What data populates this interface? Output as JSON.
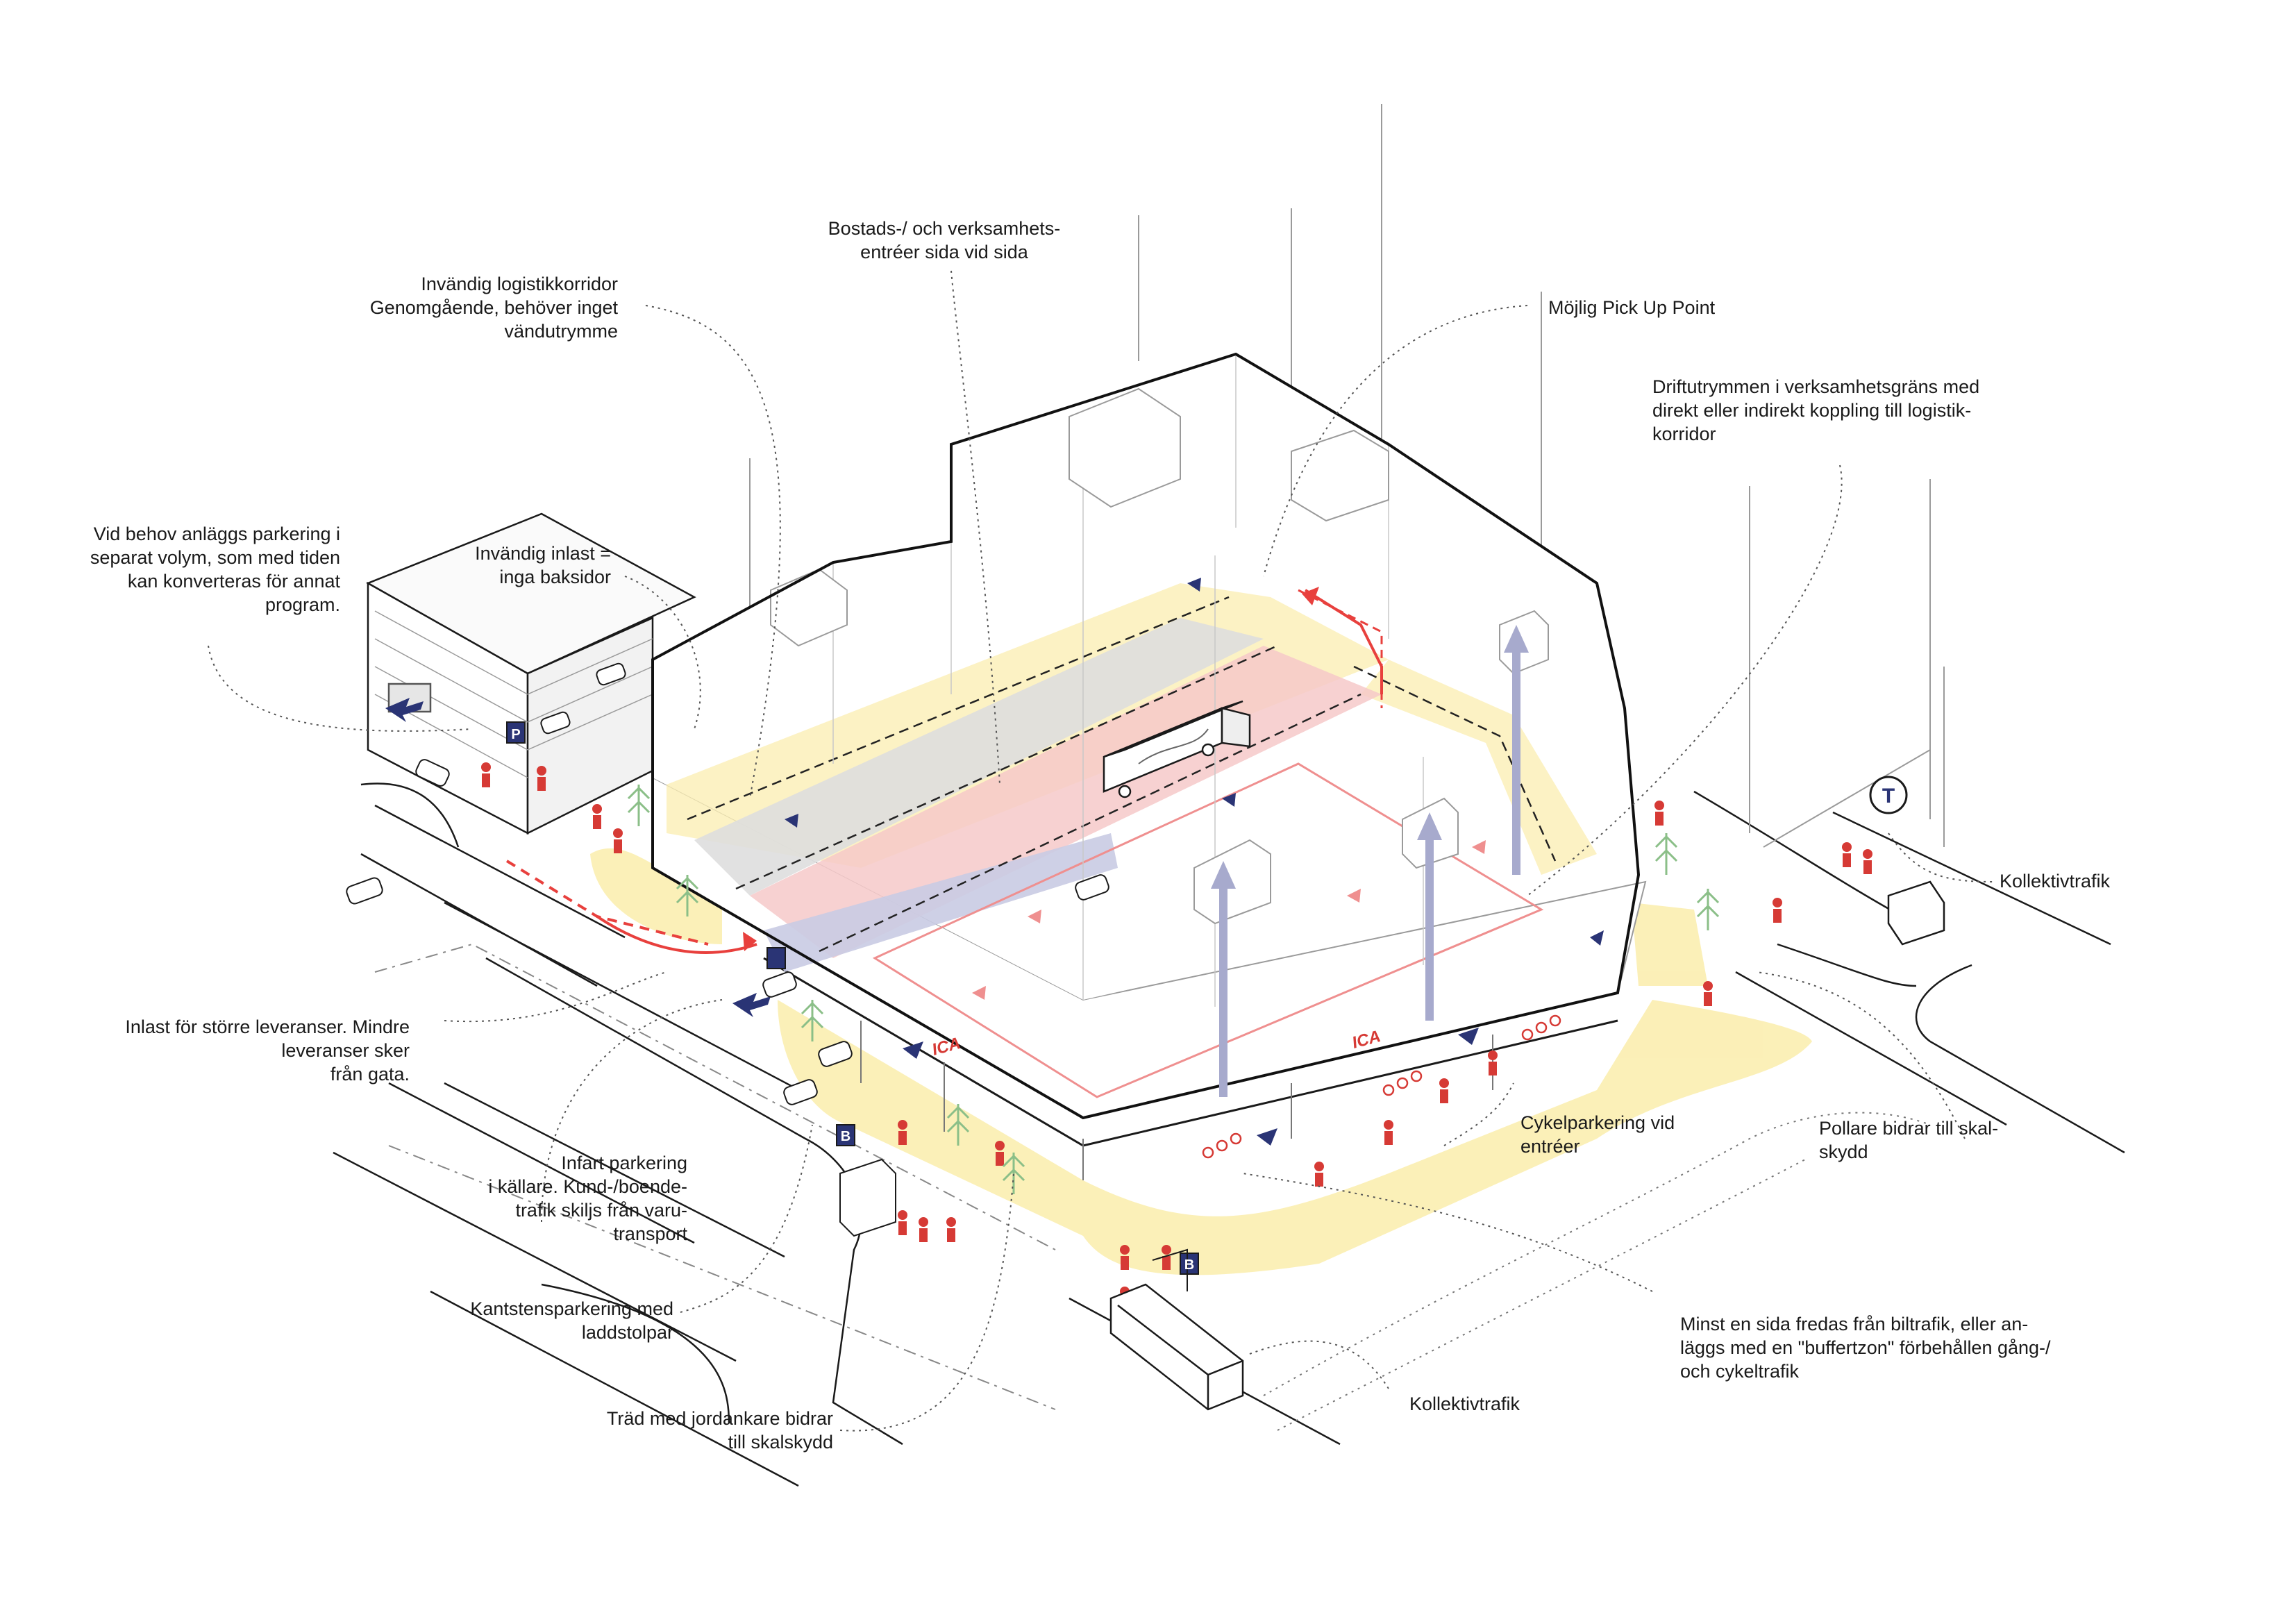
{
  "labels": {
    "logistics_corridor": "Invändig logistikkorridor\nGenomgående, behöver inget\nvändutrymme",
    "entrances_side_by_side": "Bostads-/ och verksamhets-\nentréer sida vid sida",
    "pickup_point": "Möjlig Pick Up Point",
    "operating_spaces": "Driftutrymmen i verksamhetsgräns med\ndirekt eller indirekt koppling till logistik-\nkorridor",
    "separate_parking": "Vid behov anläggs parkering i\nseparat volym, som med tiden\nkan konverteras för annat\nprogram.",
    "indoor_loading": "Invändig inlast =\ninga baksidor",
    "public_transport_right": "Kollektivtrafik",
    "large_deliveries": "Inlast för större leveranser. Mindre\nleveranser sker\nfrån gata.",
    "bike_parking": "Cykelparkering vid\nentréer",
    "bollards": "Pollare bidrar till skal-\nskydd",
    "basement_entry": "Infart parkering\ni källare. Kund-/boende-\ntrafik skiljs från varu-\ntransport",
    "curb_parking": "Kantstensparkering  med\nladdstolpar",
    "car_free_side": "Minst en sida fredas från biltrafik, eller an-\nläggs med en \"buffertzon\" förbehållen gång-/\noch cykeltrafik",
    "public_transport_bottom": "Kollektivtrafik",
    "trees": "Träd med jordankare bidrar\ntill skalskydd"
  },
  "signs": {
    "shop_sign_1": "ICA",
    "shop_sign_2": "ICA",
    "parking_sign": "P",
    "bus_stop_sign_1": "B",
    "bus_stop_sign_2": "B",
    "metro_sign": "T"
  },
  "colors": {
    "outline": "#111111",
    "thin_line": "#9a9a9a",
    "yellow_zone": "#fbeeb0",
    "logistics_red": "#f6c9c9",
    "red_line": "#e8403d",
    "delivery_blue": "#a7aacd",
    "arrow_navy": "#2a3475",
    "person_red": "#d63a35"
  }
}
